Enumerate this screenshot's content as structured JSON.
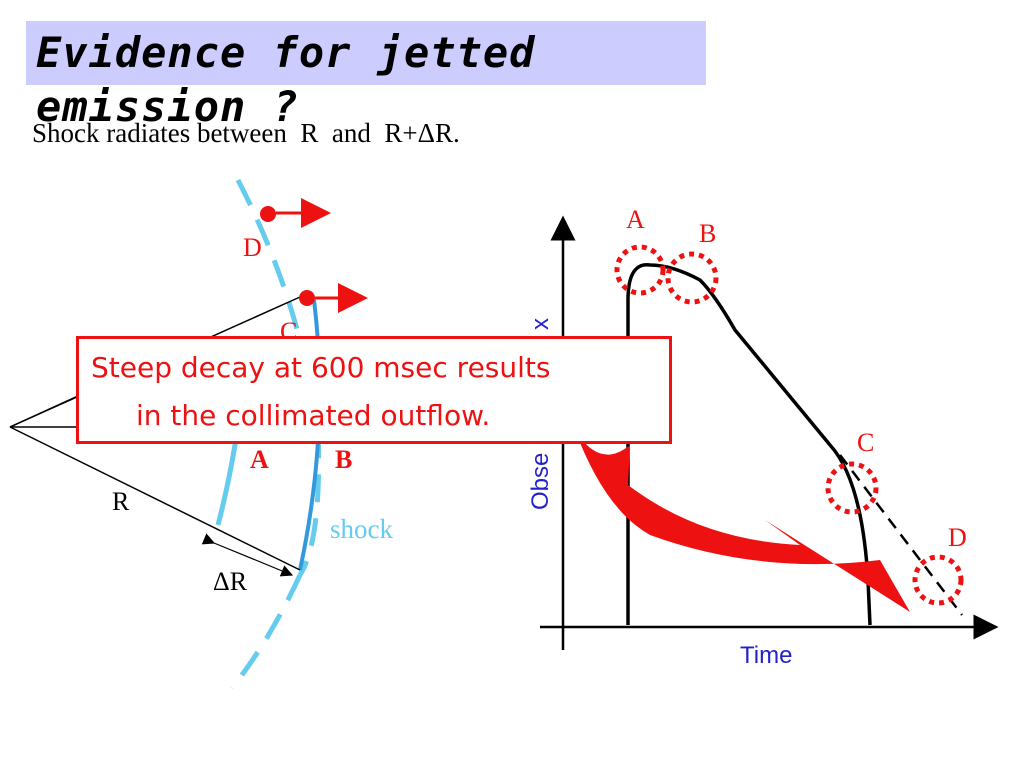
{
  "slide": {
    "title": "Evidence for jetted emission ?",
    "subtitle": "Shock radiates between  R  and  R+ΔR."
  },
  "shock_diagram": {
    "points": [
      "A",
      "B",
      "C",
      "D"
    ],
    "radius_label": "R",
    "width_label": "ΔR",
    "shock_label": "shock"
  },
  "light_curve": {
    "x_axis_label": "Time",
    "y_axis_label_visible": "Obse",
    "y_axis_label_tail": "x",
    "markers": [
      "A",
      "B",
      "C",
      "D"
    ]
  },
  "callout": {
    "line1": "Steep decay at 600 msec results",
    "line2": "in the collimated outflow."
  },
  "colors": {
    "title_bg": "#ccccff",
    "accent_red": "#ee1111",
    "shock_blue": "#66ccee",
    "axis_label_blue": "#2222cc"
  }
}
